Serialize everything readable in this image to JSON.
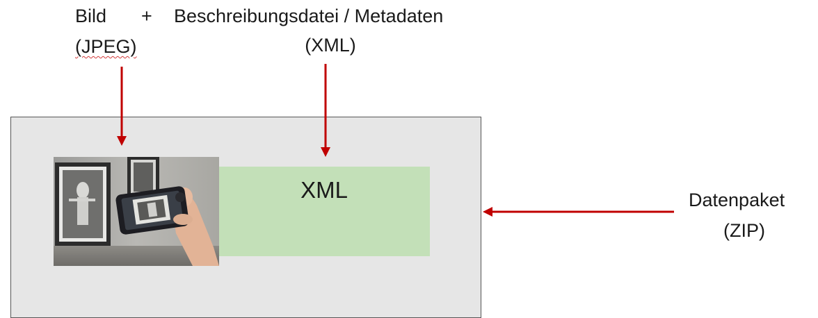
{
  "labels": {
    "bild": "Bild",
    "plus": "+",
    "jpeg": "(JPEG)",
    "beschreibung": "Beschreibungsdatei / Metadaten",
    "xml_top": "(XML)",
    "datenpaket": "Datenpaket",
    "zip": "(ZIP)"
  },
  "xml_box": {
    "label": "XML"
  },
  "colors": {
    "arrow": "#c00000",
    "package_fill": "#e6e6e6",
    "xml_fill": "#c3e0b8"
  }
}
